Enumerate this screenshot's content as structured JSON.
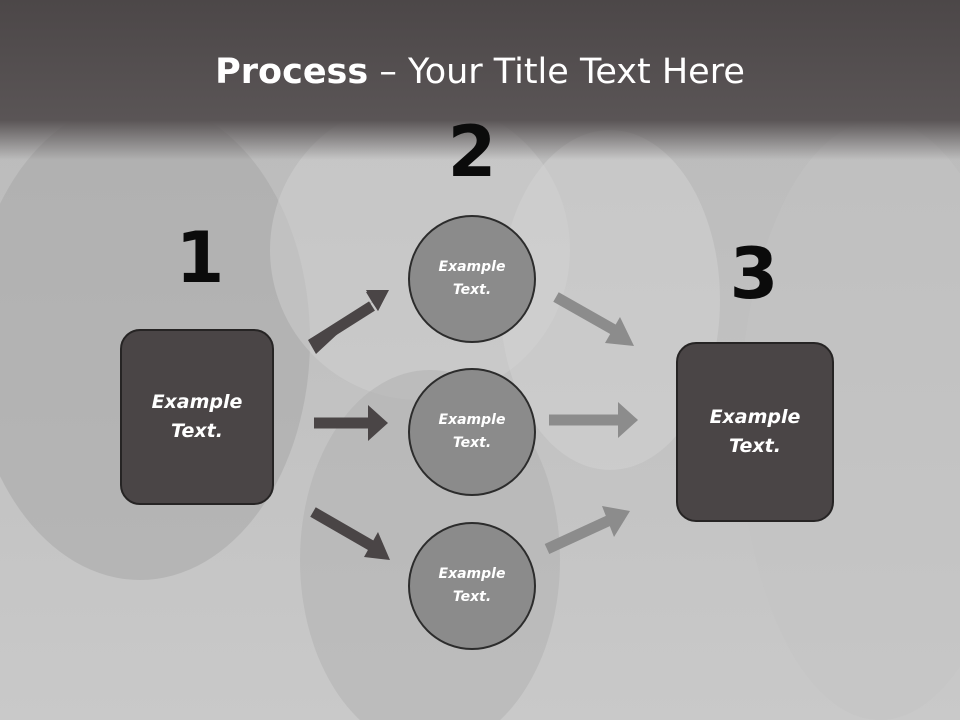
{
  "slide": {
    "title_bold": "Process",
    "title_rest": " – Your Title Text Here"
  },
  "steps": {
    "n1": "1",
    "n2": "2",
    "n3": "3"
  },
  "nodes": {
    "left_box": "Example Text.",
    "circle_top": "Example Text.",
    "circle_middle": "Example Text.",
    "circle_bottom": "Example Text.",
    "right_box": "Example Text."
  },
  "colors": {
    "header": "#524d4e",
    "box_fill": "#4a4546",
    "circle_fill": "#8b8b8b",
    "arrow_dark": "#4a4546",
    "arrow_light": "#8c8c8c"
  }
}
